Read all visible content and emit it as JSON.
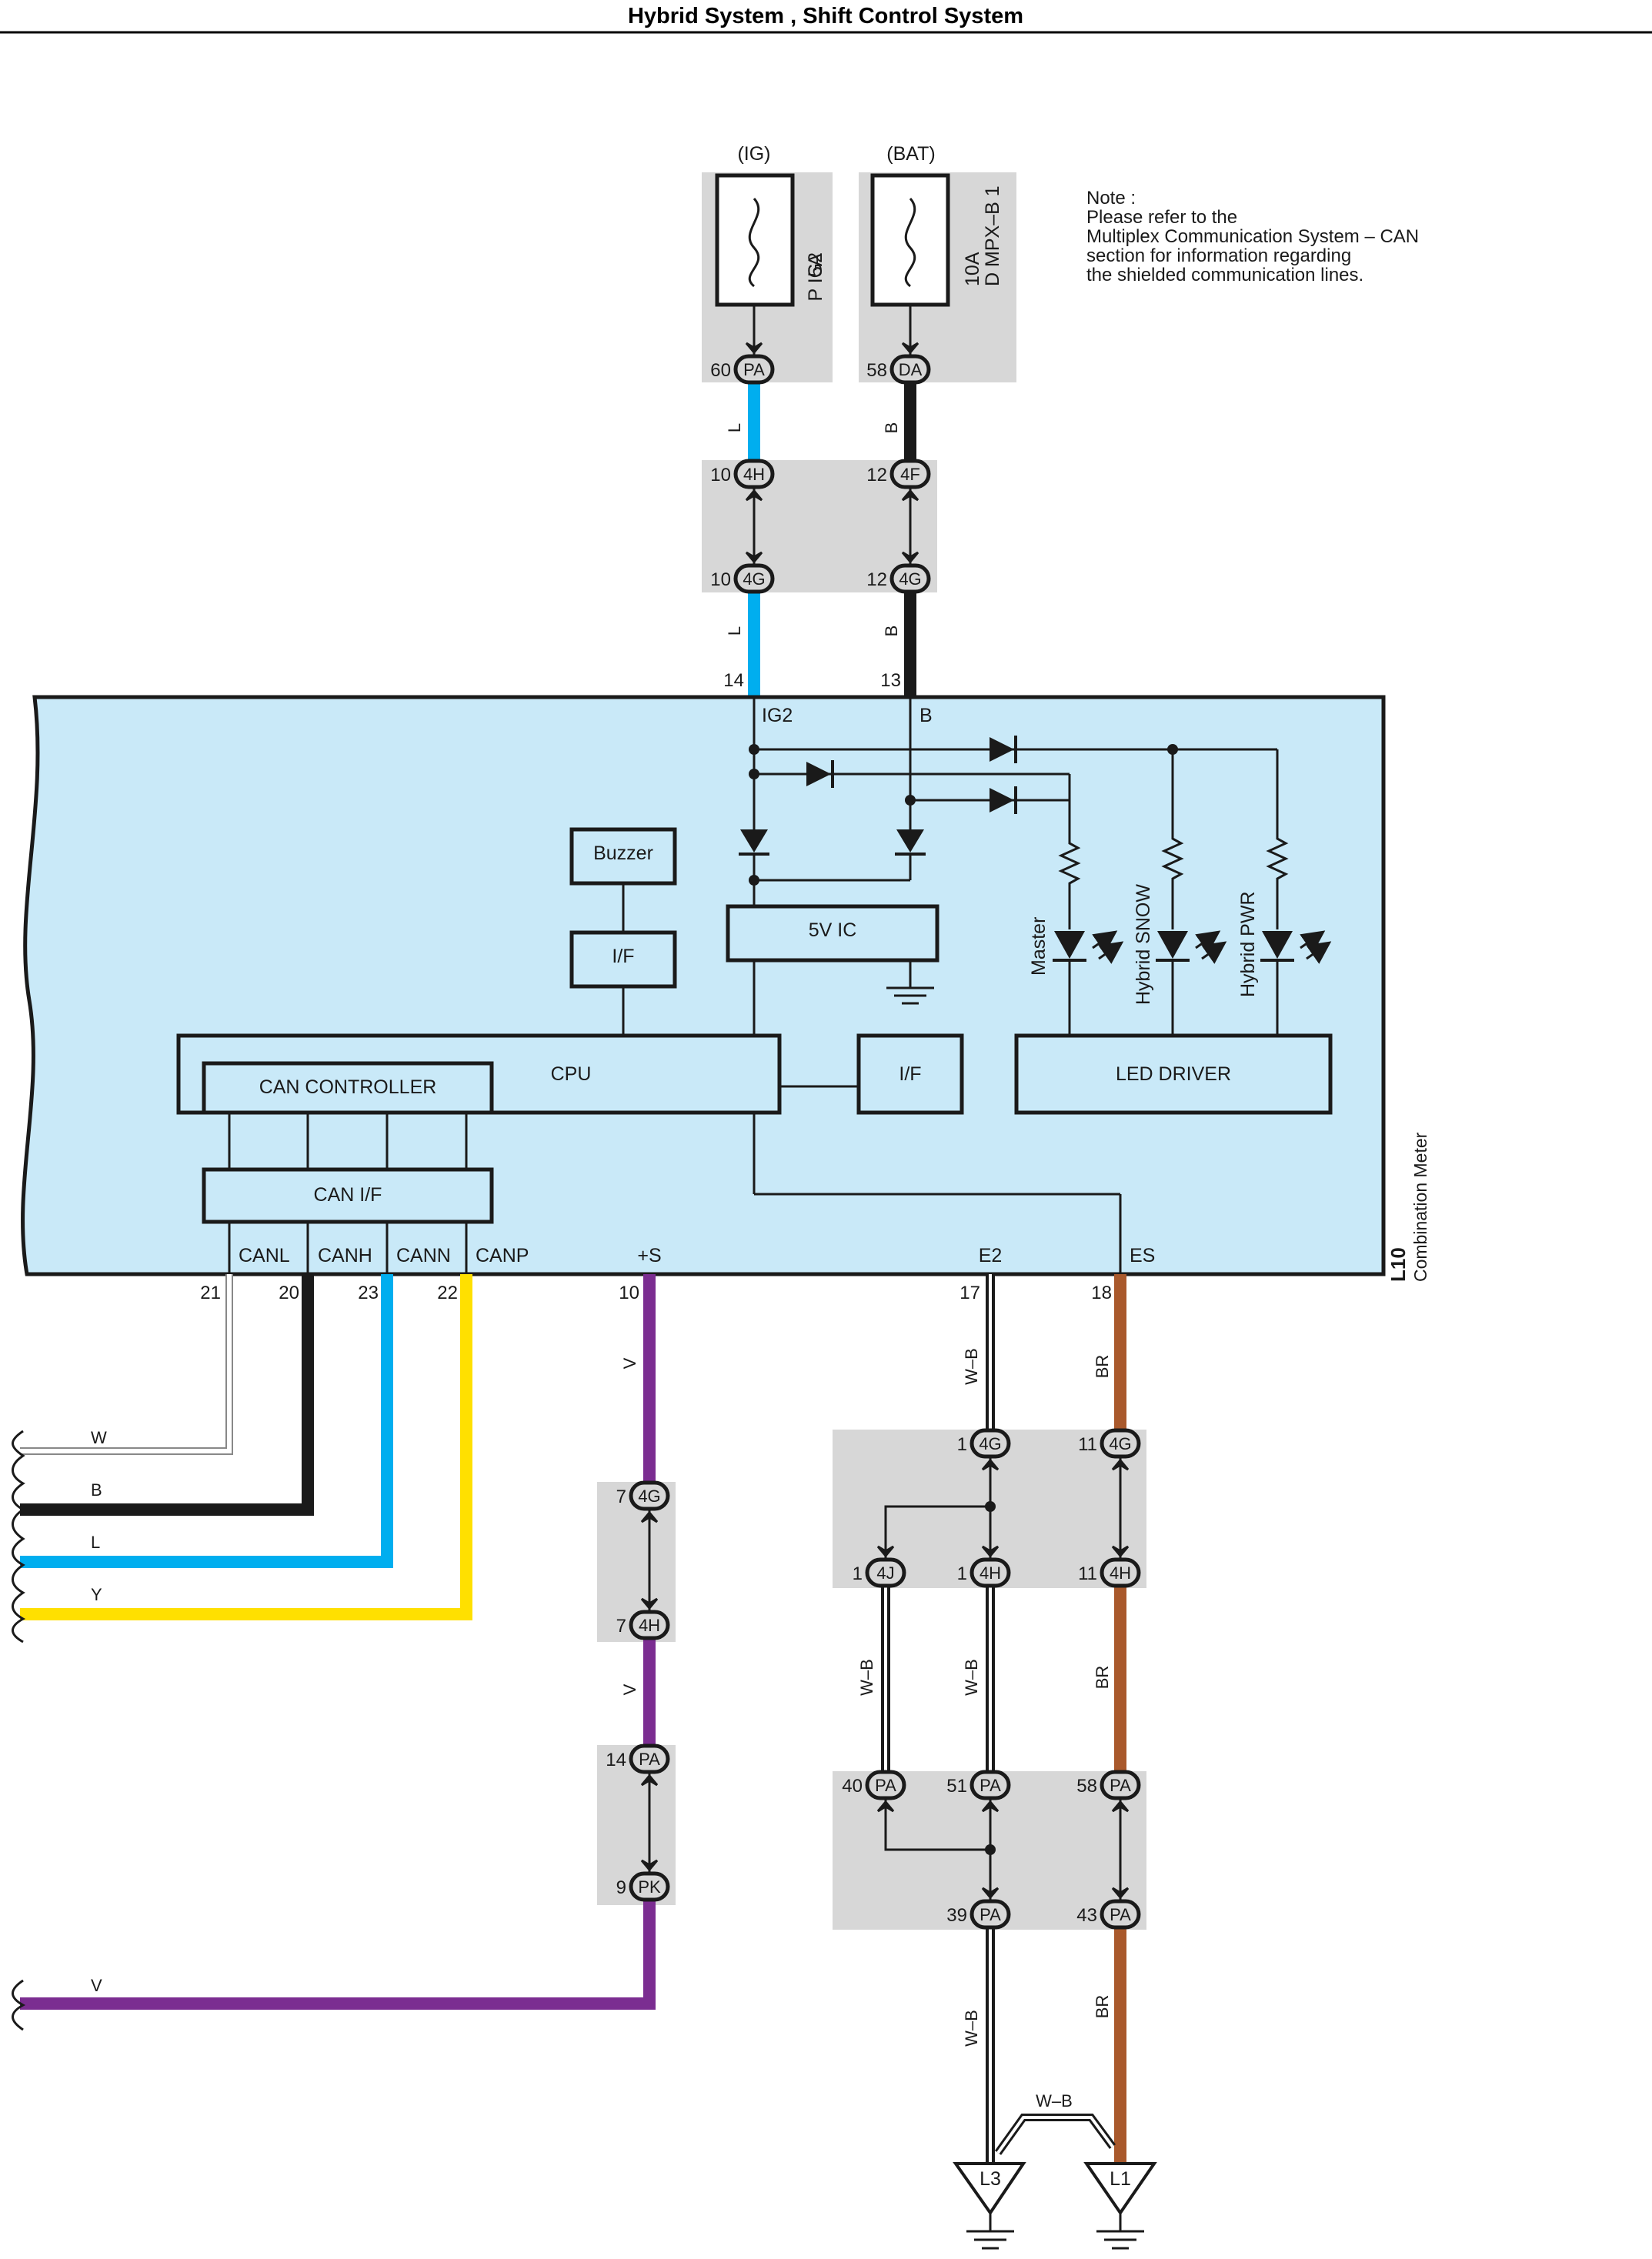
{
  "page": {
    "title": "Hybrid System , Shift Control System"
  },
  "note": {
    "lines": [
      "Note :",
      "Please refer to the",
      "Multiplex Communication System – CAN",
      "section for information regarding",
      "the shielded communication lines."
    ]
  },
  "fuses": {
    "ig": {
      "source": "(IG)",
      "rating": "5A",
      "name": "P IG2"
    },
    "bat": {
      "source": "(BAT)",
      "rating": "10A",
      "name": "D MPX–B 1"
    }
  },
  "connectors": {
    "pa_fuse_ig": {
      "pin": "60",
      "code": "PA"
    },
    "da_fuse_bat": {
      "pin": "58",
      "code": "DA"
    },
    "j4h_top": {
      "pin": "10",
      "code": "4H"
    },
    "j4f_top": {
      "pin": "12",
      "code": "4F"
    },
    "j4g_ig": {
      "pin": "10",
      "code": "4G"
    },
    "j4g_bat": {
      "pin": "12",
      "code": "4G"
    },
    "v_4g": {
      "pin": "7",
      "code": "4G"
    },
    "v_4h": {
      "pin": "7",
      "code": "4H"
    },
    "v_pa": {
      "pin": "14",
      "code": "PA"
    },
    "v_pk": {
      "pin": "9",
      "code": "PK"
    },
    "e2_4g": {
      "pin": "1",
      "code": "4G"
    },
    "es_4g": {
      "pin": "11",
      "code": "4G"
    },
    "e2_4j": {
      "pin": "1",
      "code": "4J"
    },
    "e2_4h": {
      "pin": "1",
      "code": "4H"
    },
    "es_4h": {
      "pin": "11",
      "code": "4H"
    },
    "pa40": {
      "pin": "40",
      "code": "PA"
    },
    "pa51": {
      "pin": "51",
      "code": "PA"
    },
    "pa58": {
      "pin": "58",
      "code": "PA"
    },
    "pa39": {
      "pin": "39",
      "code": "PA"
    },
    "pa43": {
      "pin": "43",
      "code": "PA"
    }
  },
  "wire_codes": {
    "ig_upper": "L",
    "ig_lower": "L",
    "bat_upper": "B",
    "bat_lower": "B",
    "v_upper": "V",
    "v_middle": "V",
    "v_left": "V",
    "e2_upper": "W–B",
    "e2_mid": "W–B",
    "e2_lower": "W–B",
    "j4j_mid": "W–B",
    "shield": "W–B",
    "es_upper": "BR",
    "es_mid": "BR",
    "es_lower": "BR",
    "can_w": "W",
    "can_b": "B",
    "can_l": "L",
    "can_y": "Y"
  },
  "meter": {
    "id": "L10",
    "name": "Combination Meter",
    "terminals": {
      "ig2": {
        "pin": "14",
        "label": "IG2"
      },
      "b": {
        "pin": "13",
        "label": "B"
      },
      "canl": {
        "pin": "21",
        "label": "CANL"
      },
      "canh": {
        "pin": "20",
        "label": "CANH"
      },
      "cann": {
        "pin": "23",
        "label": "CANN"
      },
      "canp": {
        "pin": "22",
        "label": "CANP"
      },
      "s": {
        "pin": "10",
        "label": "+S"
      },
      "e2": {
        "pin": "17",
        "label": "E2"
      },
      "es": {
        "pin": "18",
        "label": "ES"
      }
    },
    "blocks": {
      "buzzer": "Buzzer",
      "if_top": "I/F",
      "ic5v": "5V IC",
      "cpu": "CPU",
      "can_controller": "CAN CONTROLLER",
      "if_right": "I/F",
      "led_driver": "LED DRIVER",
      "can_if": "CAN I/F"
    },
    "leds": {
      "master": "Master",
      "snow": "Hybrid SNOW",
      "pwr": "Hybrid PWR"
    }
  },
  "grounds": {
    "l3": "L3",
    "l1": "L1"
  },
  "colors": {
    "blue_wire": "#00aeef",
    "black_wire": "#1a1a1a",
    "yellow_wire": "#ffe000",
    "violet_wire": "#7b2d91",
    "brown_wire": "#a9592c",
    "meter_fill": "#c9e9f8",
    "connector_panel": "#d7d7d7"
  }
}
